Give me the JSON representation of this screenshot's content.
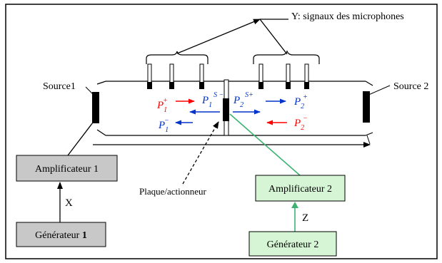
{
  "labels": {
    "y_label": "Y: signaux des  microphones",
    "source1": "Source1",
    "source2": "Source 2",
    "plaque": "Plaque/actionneur",
    "x_label": "X",
    "z_label": "Z"
  },
  "boxes": {
    "amp1": "Amplificateur 1",
    "gen1_main": "Générateur ",
    "gen1_num": "1",
    "amp2": "Amplificateur 2",
    "gen2": "Générateur 2"
  },
  "pressures": {
    "p1_plus": {
      "sym": "P",
      "sub": "1",
      "sup": "+"
    },
    "p1_minus": {
      "sym": "P",
      "sub": "1",
      "sup": "−"
    },
    "p1_sminus": {
      "sym": "P",
      "sub": "1",
      "sup": "S −"
    },
    "p2_splus": {
      "sym": "P",
      "sub": "2",
      "sup": "S+"
    },
    "p2_plus": {
      "sym": "P",
      "sub": "2",
      "sup": "+"
    },
    "p2_minus": {
      "sym": "P",
      "sub": "2",
      "sup": "−"
    }
  },
  "colors": {
    "red": "#ff0000",
    "blue": "#0033cc",
    "green": "#3cb371",
    "gray_box": "#c8c8c8",
    "green_box": "#d5f5d5",
    "frame": "#000000"
  }
}
